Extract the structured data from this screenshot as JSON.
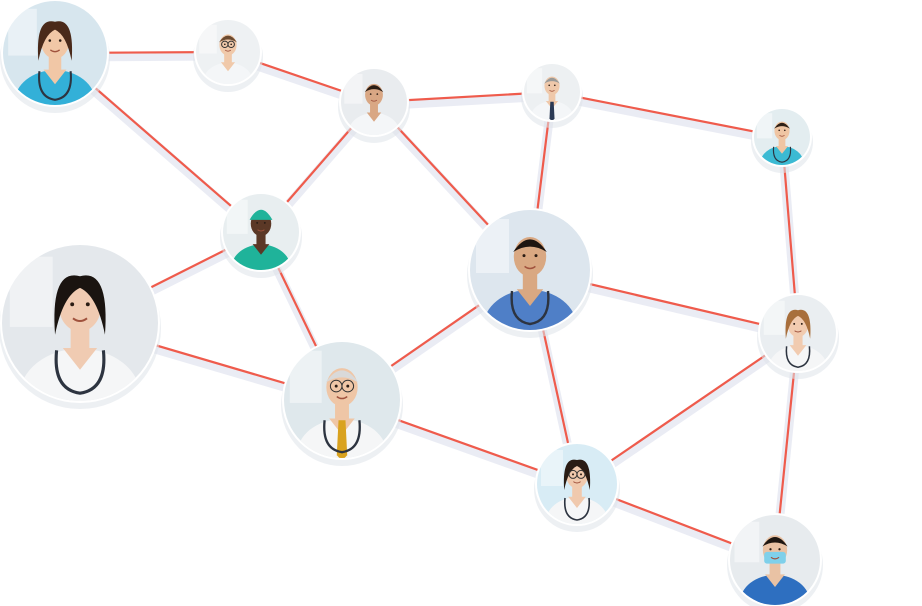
{
  "network": {
    "edge_color": "#ef5b4c",
    "nodes": [
      {
        "id": "n1",
        "role": "nurse-scrubs",
        "scrub": "#33b0d8",
        "skin": "#f1c7a6",
        "hair": "#4a2a1a",
        "bg": "#d7e6ee"
      },
      {
        "id": "n2",
        "role": "doctor-whitecoat",
        "scrub": "#f4f6f8",
        "skin": "#f0c9aa",
        "hair": "#6b4a30",
        "bg": "#eef1f3"
      },
      {
        "id": "n3",
        "role": "doctor-whitecoat",
        "scrub": "#f4f6f8",
        "skin": "#d9a784",
        "hair": "#2b1d14",
        "bg": "#e9ecef"
      },
      {
        "id": "n4",
        "role": "doctor-tie",
        "scrub": "#f4f6f8",
        "skin": "#efc8aa",
        "hair": "#9a9a98",
        "bg": "#edf0f2"
      },
      {
        "id": "n5",
        "role": "nurse-scrubs",
        "scrub": "#3bbad3",
        "skin": "#efc5a3",
        "hair": "#2e2016",
        "bg": "#e3edf0"
      },
      {
        "id": "n6",
        "role": "surgeon-cap",
        "scrub": "#1fb39a",
        "skin": "#5b3826",
        "hair": "#1fb39a",
        "bg": "#e8eef0"
      },
      {
        "id": "n7",
        "role": "doctor-stethoscope",
        "scrub": "#4f7fc7",
        "skin": "#d9a882",
        "hair": "#1e1510",
        "bg": "#dde6ee"
      },
      {
        "id": "n8",
        "role": "doctor-female-whitecoat",
        "scrub": "#f5f6f7",
        "skin": "#f0cbb2",
        "hair": "#1a1410",
        "bg": "#e4e8ec"
      },
      {
        "id": "n9",
        "role": "doctor-senior-tie",
        "scrub": "#f5f6f7",
        "skin": "#efc6a6",
        "hair": "#d9d9d9",
        "bg": "#dfe8ec"
      },
      {
        "id": "n10",
        "role": "doctor-female-whitecoat",
        "scrub": "#f5f6f7",
        "skin": "#f1cbb0",
        "hair": "#a86f3c",
        "bg": "#eaeef1"
      },
      {
        "id": "n11",
        "role": "doctor-female-glasses",
        "scrub": "#f5f6f7",
        "skin": "#f0c9ad",
        "hair": "#2a1c14",
        "bg": "#d8ecf5"
      },
      {
        "id": "n12",
        "role": "nurse-mask",
        "scrub": "#2e6fc0",
        "skin": "#e9c2a4",
        "hair": "#1f1712",
        "bg": "#e7ebee"
      }
    ],
    "edges": [
      [
        "n1",
        "n2"
      ],
      [
        "n1",
        "n6"
      ],
      [
        "n2",
        "n3"
      ],
      [
        "n3",
        "n4"
      ],
      [
        "n3",
        "n6"
      ],
      [
        "n3",
        "n7"
      ],
      [
        "n4",
        "n5"
      ],
      [
        "n4",
        "n7"
      ],
      [
        "n5",
        "n10"
      ],
      [
        "n6",
        "n8"
      ],
      [
        "n6",
        "n9"
      ],
      [
        "n8",
        "n9"
      ],
      [
        "n7",
        "n9"
      ],
      [
        "n7",
        "n10"
      ],
      [
        "n7",
        "n11"
      ],
      [
        "n9",
        "n11"
      ],
      [
        "n10",
        "n11"
      ],
      [
        "n10",
        "n12"
      ],
      [
        "n11",
        "n12"
      ]
    ]
  }
}
